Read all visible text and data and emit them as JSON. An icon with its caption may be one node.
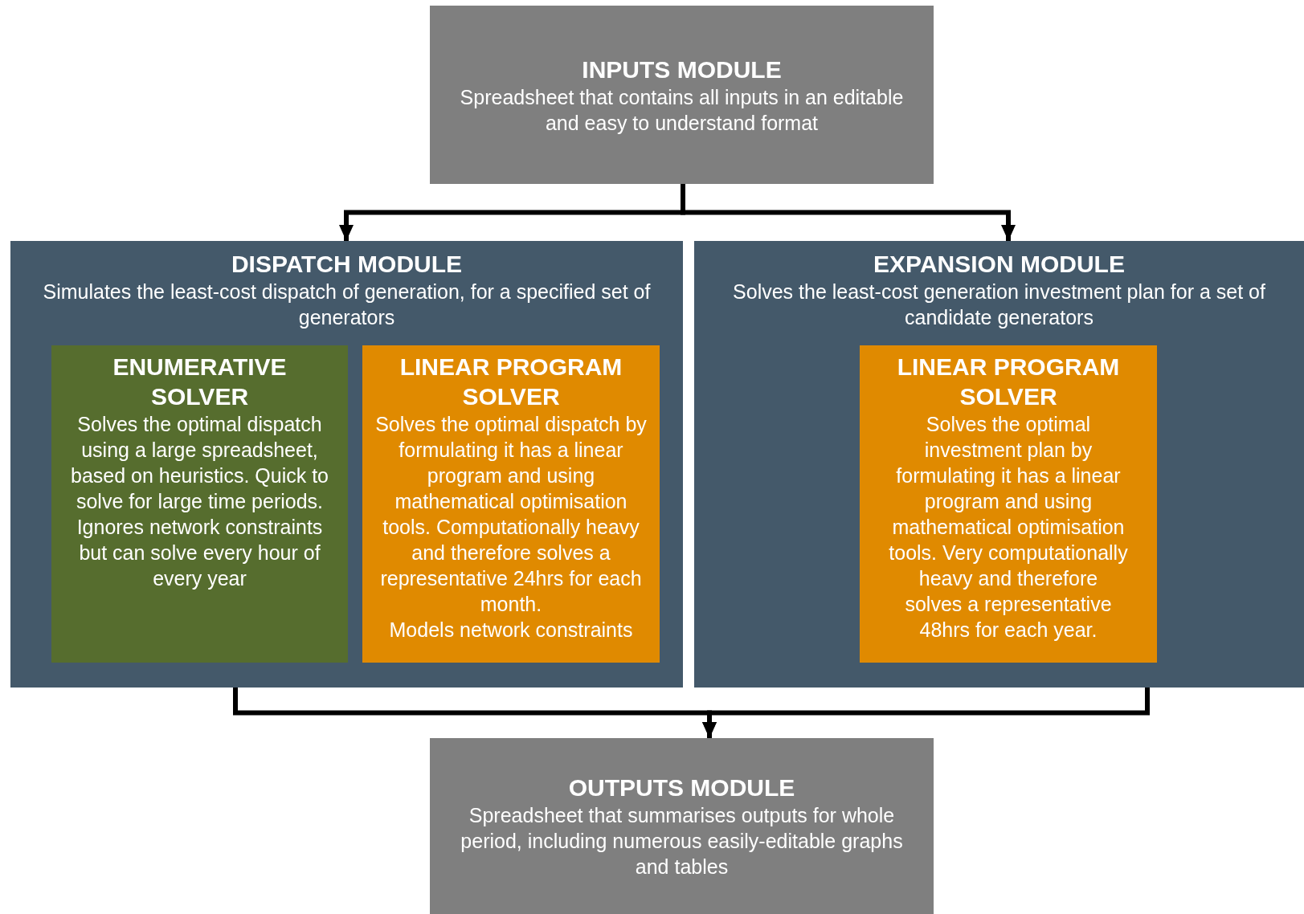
{
  "diagram": {
    "nodes": [
      {
        "text": [
          "INPUTS MODULE",
          "Spreadsheet that contains all inputs in an editable and easy to understand format"
        ]
      },
      {
        "text": [
          "DISPATCH MODULE",
          "Simulates the least-cost dispatch of generation, for a specified set of generators"
        ]
      },
      {
        "text": [
          "ENUMERATIVE SOLVER",
          "Solves the optimal dispatch using a large spreadsheet, based on heuristics. Quick to solve for large time periods.",
          "Ignores network constraints but can solve every hour of every year"
        ],
        "in": 1
      },
      {
        "text": [
          "LINEAR PROGRAM SOLVER",
          "Solves the optimal dispatch by formulating it has a linear program and using mathematical optimisation tools. Computationally heavy and therefore solves a representative 24hrs for each month.",
          "Models network constraints"
        ],
        "in": 1
      },
      {
        "text": [
          "EXPANSION MODULE",
          "Solves the least-cost generation investment plan for a set of candidate generators"
        ]
      },
      {
        "text": [
          "LINEAR PROGRAM SOLVER",
          "Solves the optimal investment plan by formulating it has a linear program and using mathematical optimisation tools. Very computationally heavy and therefore solves a representative 48hrs for each year."
        ],
        "in": 4
      },
      {
        "text": [
          "OUTPUTS MODULE",
          "Spreadsheet that summarises outputs for whole period, including numerous easily-editable graphs and tables"
        ]
      }
    ],
    "edges": [
      {
        "from": 0,
        "to": 1,
        "arrow": "to"
      },
      {
        "from": 0,
        "to": 4,
        "arrow": "to"
      },
      {
        "from": 1,
        "to": 6,
        "arrow": "to"
      },
      {
        "from": 4,
        "to": 6,
        "arrow": "to"
      }
    ]
  }
}
